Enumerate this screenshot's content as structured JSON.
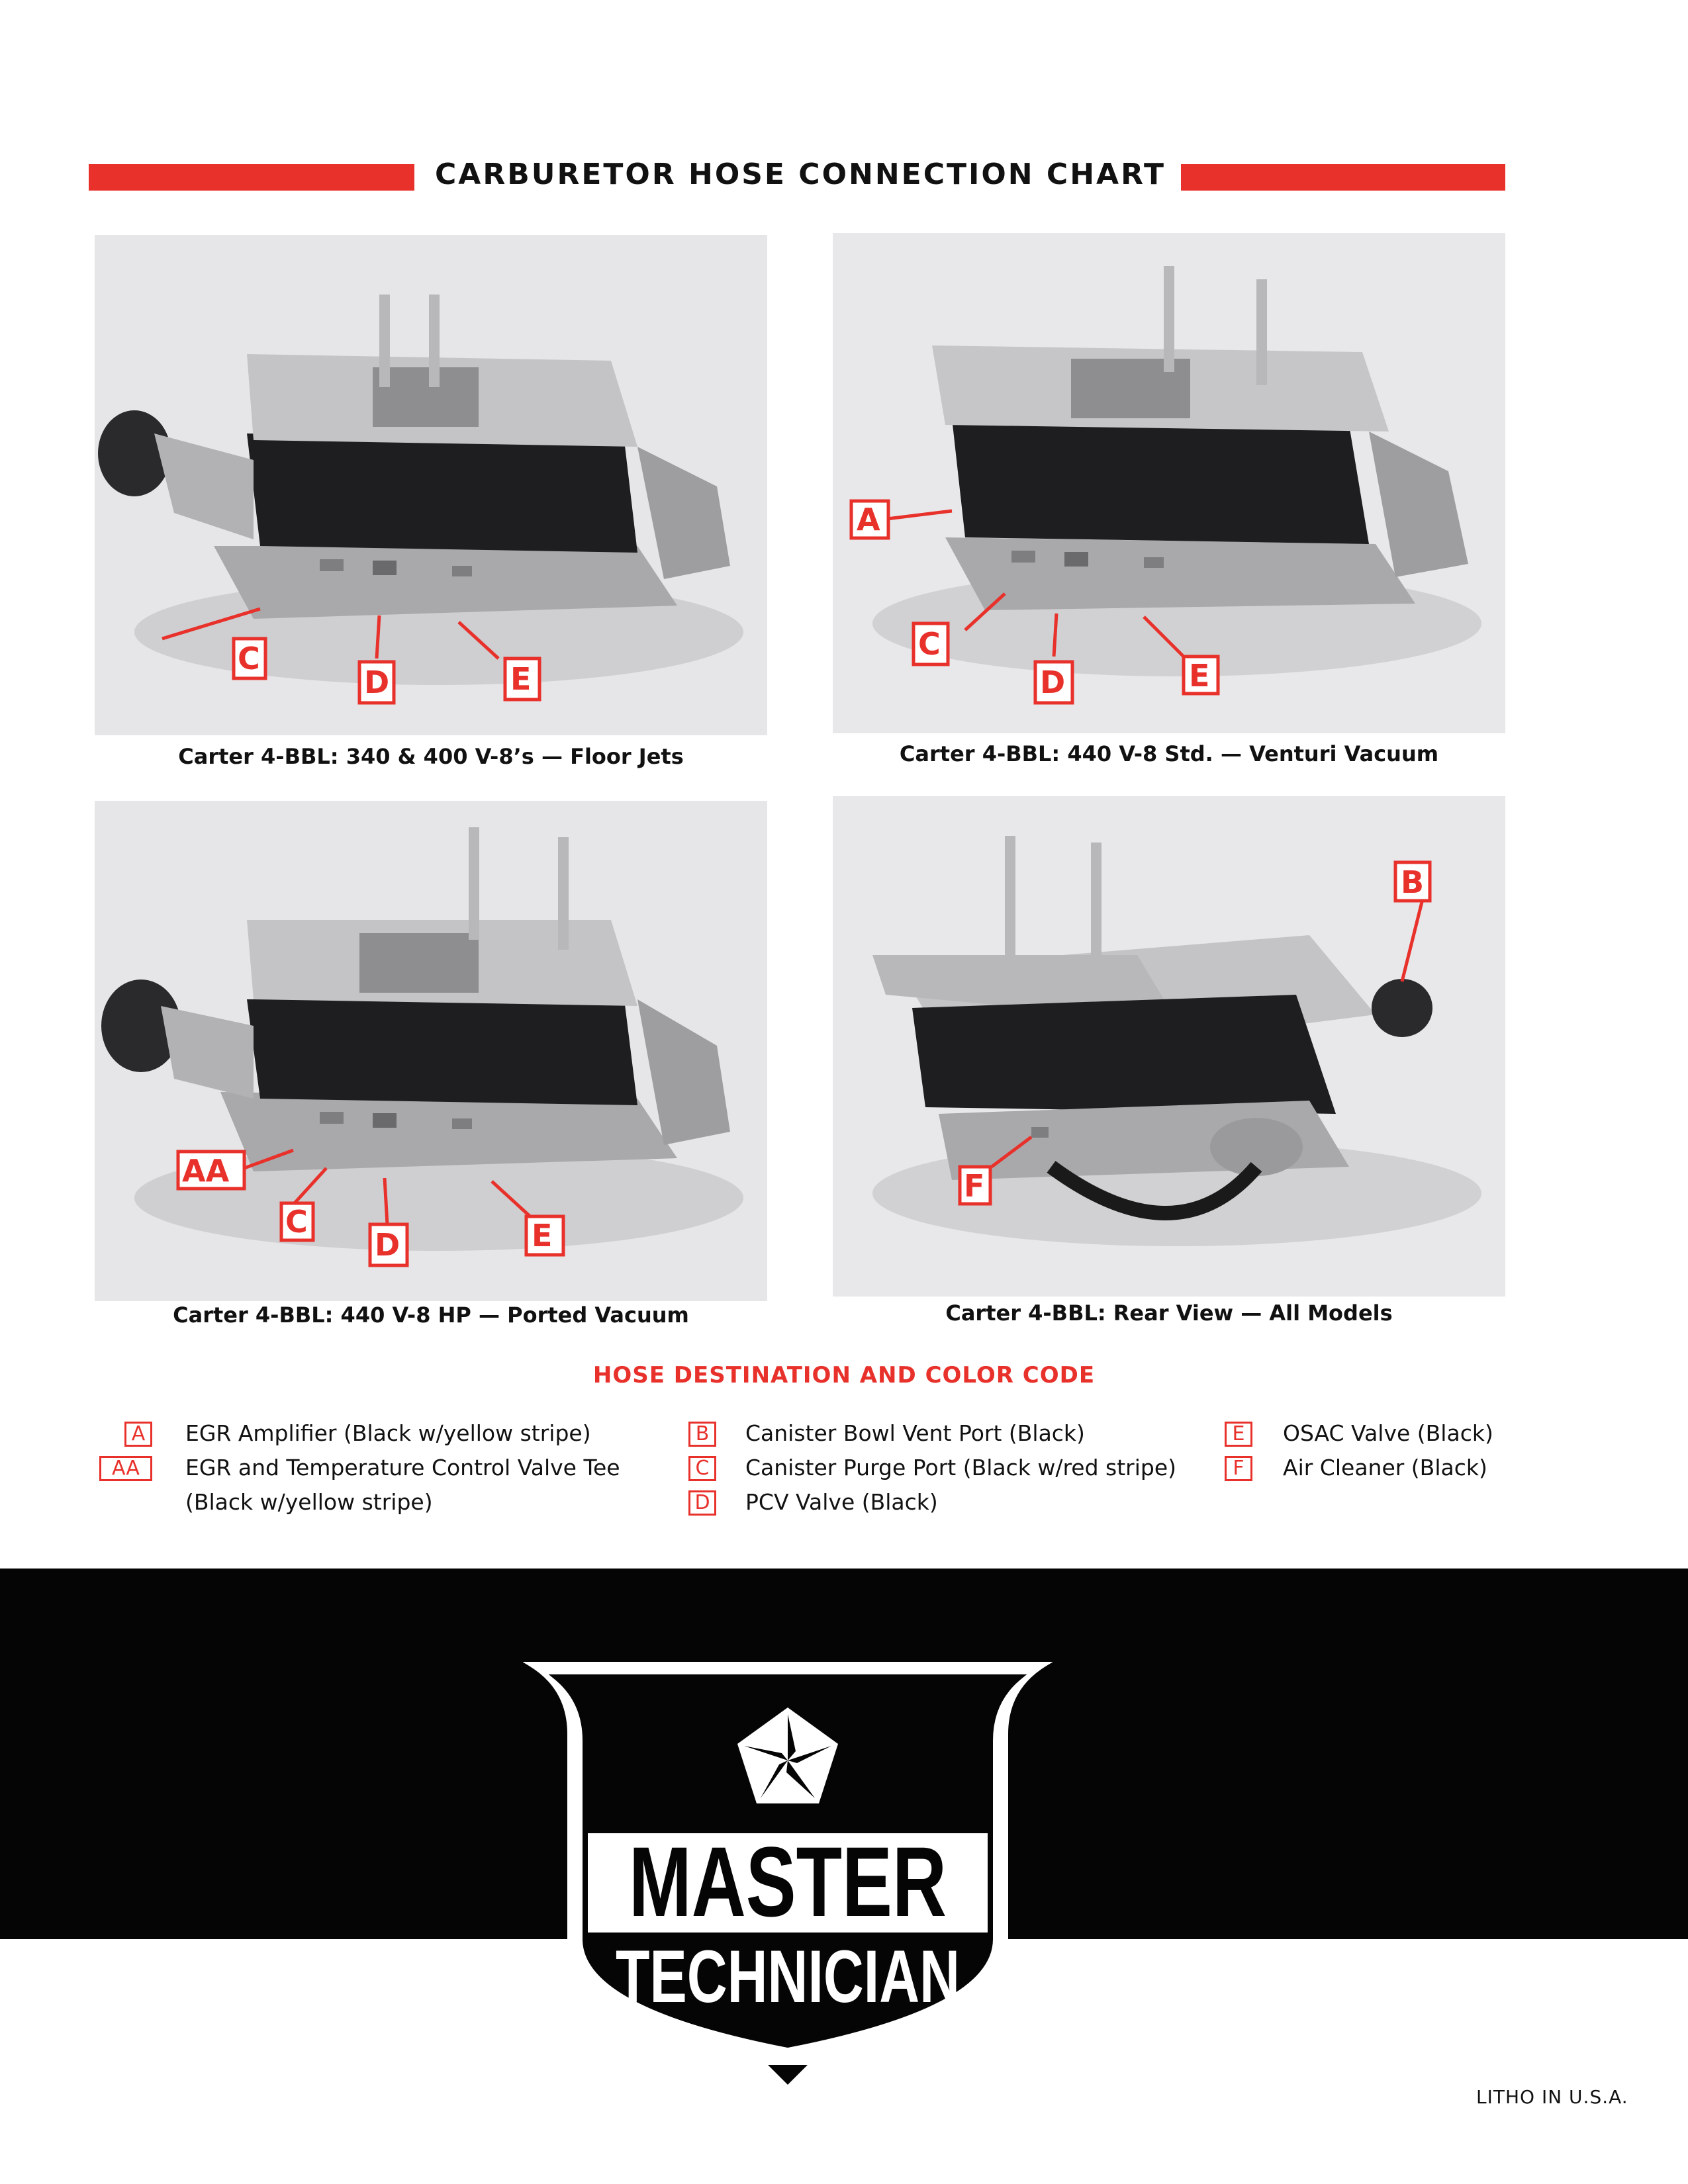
{
  "header": {
    "title": "CARBURETOR HOSE CONNECTION CHART"
  },
  "panels": [
    {
      "caption": "Carter 4-BBL: 340 & 400 V-8’s — Floor Jets",
      "callouts": [
        "C",
        "D",
        "E"
      ]
    },
    {
      "caption": "Carter 4-BBL: 440 V-8 Std. — Venturi Vacuum",
      "callouts": [
        "A",
        "C",
        "D",
        "E"
      ]
    },
    {
      "caption": "Carter 4-BBL: 440 V-8 HP — Ported Vacuum",
      "callouts": [
        "AA",
        "C",
        "D",
        "E"
      ]
    },
    {
      "caption": "Carter 4-BBL: Rear View — All Models",
      "callouts": [
        "B",
        "F"
      ]
    }
  ],
  "legend": {
    "title": "HOSE DESTINATION AND COLOR CODE",
    "col1": [
      {
        "code": "A",
        "text": "EGR Amplifier (Black w/yellow stripe)"
      },
      {
        "code": "AA",
        "text": "EGR and Temperature Control Valve Tee"
      },
      {
        "code": "",
        "text": "(Black w/yellow stripe)"
      }
    ],
    "col2": [
      {
        "code": "B",
        "text": "Canister Bowl Vent Port (Black)"
      },
      {
        "code": "C",
        "text": "Canister Purge Port (Black w/red stripe)"
      },
      {
        "code": "D",
        "text": "PCV Valve (Black)"
      }
    ],
    "col3": [
      {
        "code": "E",
        "text": "OSAC Valve (Black)"
      },
      {
        "code": "F",
        "text": "Air Cleaner (Black)"
      }
    ]
  },
  "emblem": {
    "line1": "MASTER",
    "line2": "TECHNICIAN",
    "logo": "pentastar-icon"
  },
  "footer": {
    "litho": "LITHO IN U.S.A."
  }
}
